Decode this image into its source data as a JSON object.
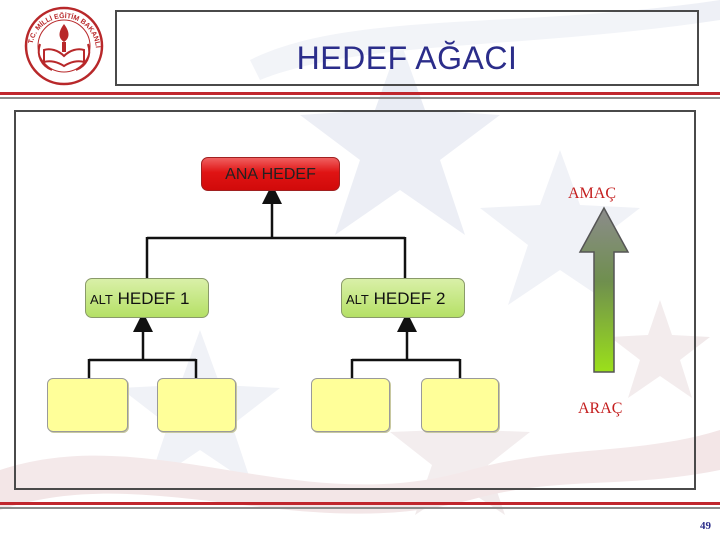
{
  "slide": {
    "title": "HEDEF AĞACI",
    "page_number": "49"
  },
  "logo": {
    "text": "T.C. MİLLİ EĞİTİM BAKANLIĞI",
    "icon": "ministry-emblem"
  },
  "tree": {
    "root": "ANA HEDEF",
    "children": [
      {
        "prefix": "ALT",
        "label": " HEDEF ",
        "num": "1"
      },
      {
        "prefix": "ALT",
        "label": " HEDEF ",
        "num": "2"
      }
    ],
    "leaves": [
      "",
      "",
      "",
      ""
    ]
  },
  "scale": {
    "top_label": "AMAÇ",
    "bottom_label": "ARAÇ",
    "arrow_icon": "up-arrow-icon"
  },
  "colors": {
    "title": "#2b2d8a",
    "root_fill": "#e01414",
    "child_fill": "#c8ea80",
    "leaf_fill": "#ffff99",
    "label_red": "#c41e1e",
    "rule_red": "#c0262d"
  }
}
